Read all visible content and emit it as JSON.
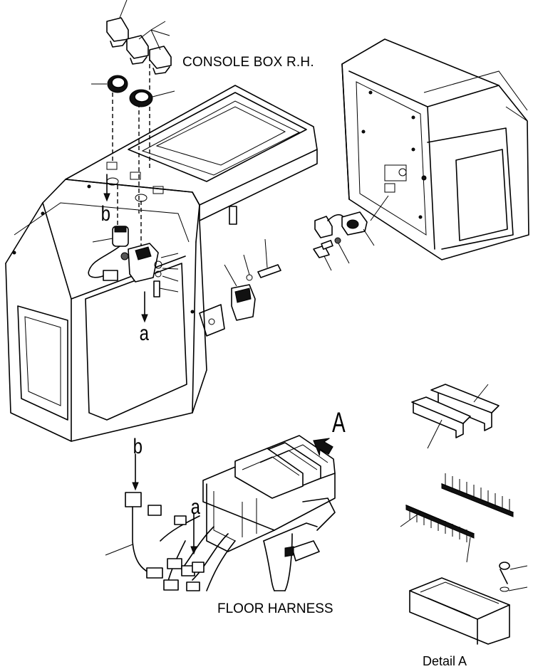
{
  "labels": {
    "console_box": "CONSOLE BOX R.H.",
    "floor_harness": "FLOOR HARNESS",
    "detail": "Detail A"
  },
  "refs": {
    "b_upper": "b",
    "a_upper": "a",
    "b_lower": "b",
    "a_lower": "a",
    "view_a": "A"
  }
}
